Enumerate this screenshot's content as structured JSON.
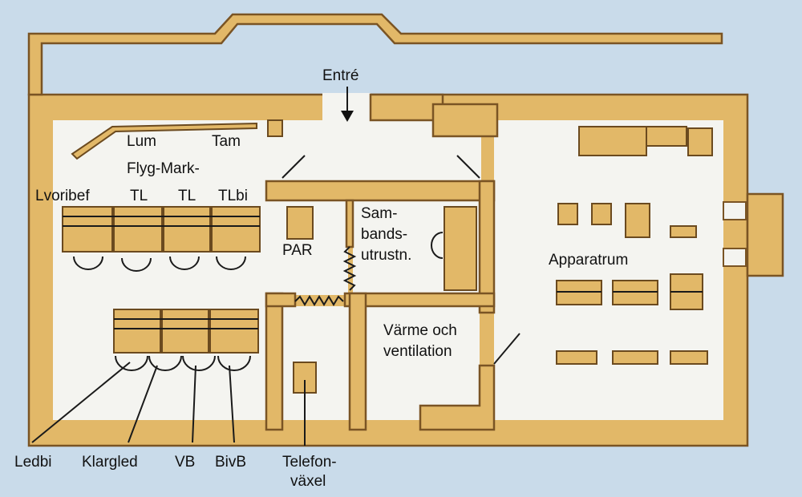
{
  "title": "",
  "colors": {
    "background": "#c9dbea",
    "wall_fill": "#e2b868",
    "wall_stroke": "#7a5424",
    "floor": "#f4f4f0",
    "text": "#111111"
  },
  "labels": {
    "entrance": "Entré",
    "lum": "Lum",
    "tam": "Tam",
    "flyg_mark": "Flyg-Mark-",
    "lvoribef": "Lvoribef",
    "tl1": "TL",
    "tl2": "TL",
    "tlbi": "TLbi",
    "par": "PAR",
    "sambands_1": "Sam-",
    "sambands_2": "bands-",
    "sambands_3": "utrustn.",
    "apparatrum": "Apparatrum",
    "varme_1": "Värme och",
    "varme_2": "ventilation",
    "ledbi": "Ledbi",
    "klargled": "Klargled",
    "vb": "VB",
    "bivb": "BivB",
    "telefon_1": "Telefon-",
    "telefon_2": "växel"
  }
}
